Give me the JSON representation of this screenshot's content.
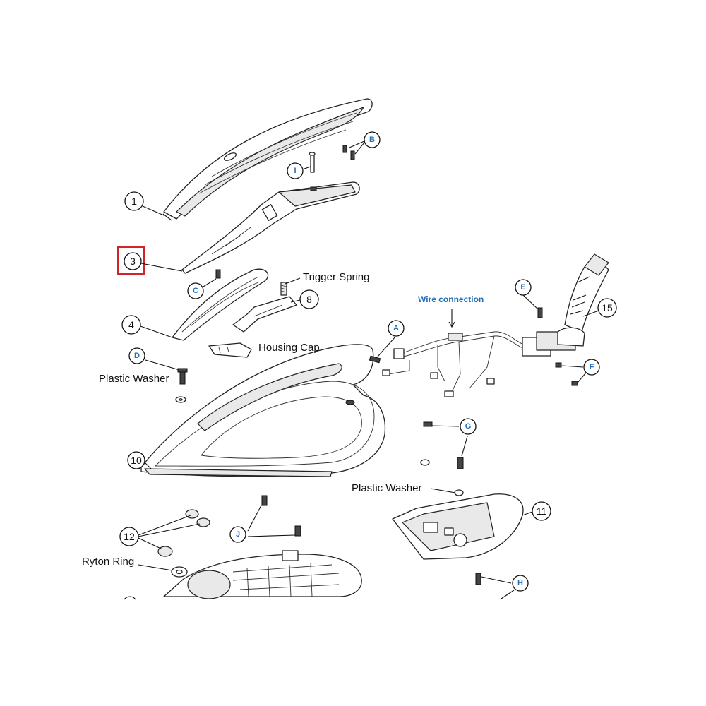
{
  "diagram": {
    "callouts": [
      {
        "id": "c1",
        "text": "1",
        "style": "number"
      },
      {
        "id": "c3",
        "text": "3",
        "style": "number",
        "highlighted": true
      },
      {
        "id": "c4",
        "text": "4",
        "style": "number"
      },
      {
        "id": "c8",
        "text": "8",
        "style": "number"
      },
      {
        "id": "c10",
        "text": "10",
        "style": "number"
      },
      {
        "id": "c11",
        "text": "11",
        "style": "number"
      },
      {
        "id": "c12",
        "text": "12",
        "style": "number"
      },
      {
        "id": "c15",
        "text": "15",
        "style": "number"
      },
      {
        "id": "cA",
        "text": "A",
        "style": "letter"
      },
      {
        "id": "cB",
        "text": "B",
        "style": "letter"
      },
      {
        "id": "cC",
        "text": "C",
        "style": "letter"
      },
      {
        "id": "cD",
        "text": "D",
        "style": "letter"
      },
      {
        "id": "cE",
        "text": "E",
        "style": "letter"
      },
      {
        "id": "cF",
        "text": "F",
        "style": "letter"
      },
      {
        "id": "cG",
        "text": "G",
        "style": "letter"
      },
      {
        "id": "cH",
        "text": "H",
        "style": "letter"
      },
      {
        "id": "cI",
        "text": "I",
        "style": "letter"
      },
      {
        "id": "cJ",
        "text": "J",
        "style": "letter"
      }
    ],
    "labels": {
      "trigger_spring": "Trigger Spring",
      "housing_cap": "Housing Cap",
      "plastic_washer_left": "Plastic Washer",
      "plastic_washer_right": "Plastic Washer",
      "ryton_ring": "Ryton Ring",
      "wire_connection": "Wire connection"
    },
    "colors": {
      "line": "#111111",
      "letter_callout": "#1f6fb5",
      "highlight": "#d2232a",
      "background": "#ffffff"
    }
  }
}
